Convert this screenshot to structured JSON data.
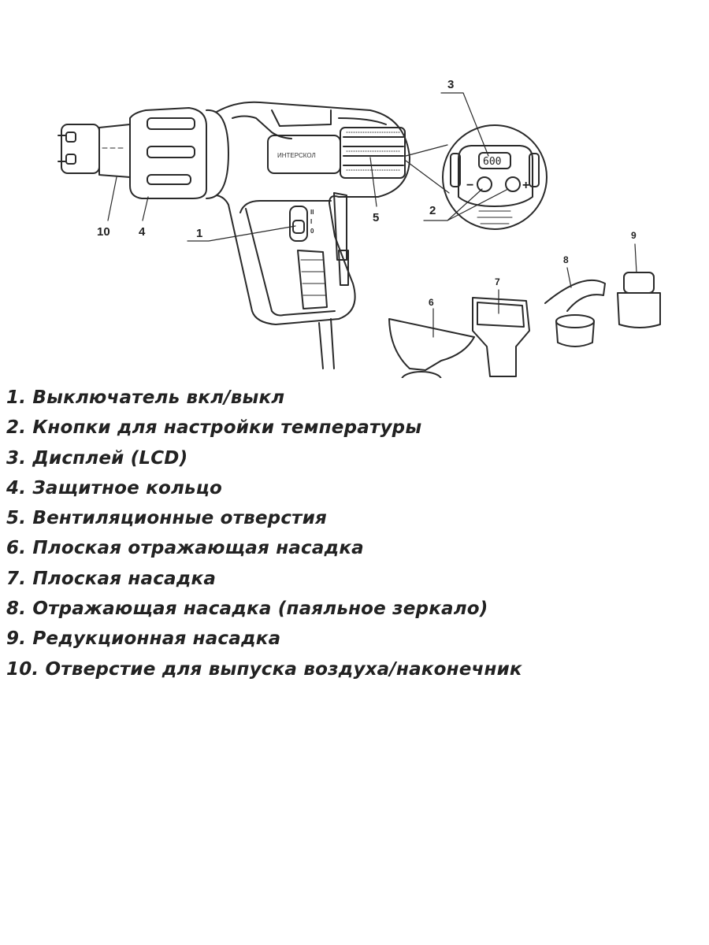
{
  "diagram": {
    "brand": "ИНТЕРСКОЛ",
    "display_value": "600",
    "minus_sign": "−",
    "plus_sign": "+",
    "callouts": [
      "1",
      "2",
      "3",
      "4",
      "5",
      "6",
      "7",
      "8",
      "9",
      "10"
    ]
  },
  "legend": [
    "1. Выключатель вкл/выкл",
    "2. Кнопки для настройки температуры",
    "3. Дисплей (LCD)",
    "4. Защитное кольцо",
    "5. Вентиляционные отверстия",
    "6. Плоская отражающая насадка",
    "7. Плоская насадка",
    "8. Отражающая насадка (паяльное зеркало)",
    "9. Редукционная насадка",
    "10. Отверстие для выпуска воздуха/наконечник"
  ]
}
